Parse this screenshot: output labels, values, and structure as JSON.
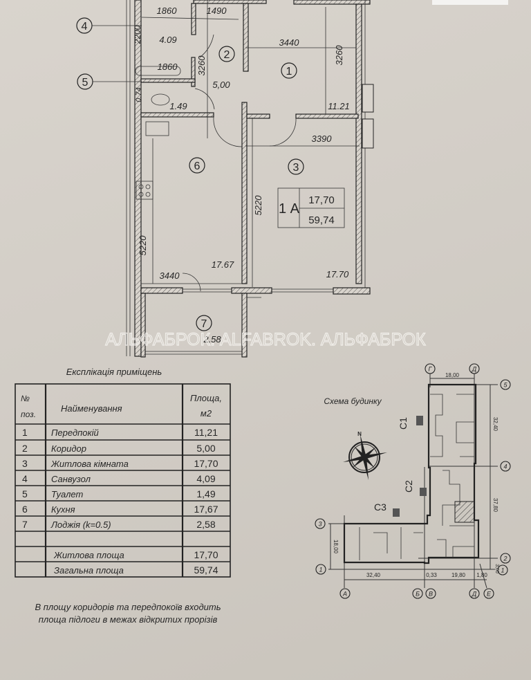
{
  "plan": {
    "dims": {
      "bath_width_top": "1860",
      "corridor_width_top": "1490",
      "bath_height": "2200",
      "bath_tub": "1860",
      "corridor_height": "3260",
      "hall_width": "3440",
      "hall_height": "3260",
      "toilet_width": "0.74",
      "living_width": "3390",
      "living_height": "5220",
      "kitchen_height": "5220",
      "kitchen_width": "3440"
    },
    "areas": {
      "bath": "4.09",
      "corridor": "5,00",
      "toilet": "1.49",
      "hall": "11.21",
      "kitchen": "17.67",
      "living": "17.70",
      "loggia": "2.58"
    },
    "markers": {
      "m1": "1",
      "m2": "2",
      "m3": "3",
      "m4": "4",
      "m5": "5",
      "m6": "6",
      "m7": "7"
    },
    "apartment": {
      "type": "1 А",
      "living_area": "17,70",
      "total_area": "59,74"
    },
    "watermark": "АЛЬФАБРОК. ALFABROK. АЛЬФАБРОК"
  },
  "explication": {
    "title": "Експлікація приміщень",
    "headers": {
      "num_line1": "№",
      "num_line2": "поз.",
      "name": "Найменування",
      "area_line1": "Площа,",
      "area_line2": "м2"
    },
    "rows": [
      {
        "num": "1",
        "name": "Передпокій",
        "area": "11,21"
      },
      {
        "num": "2",
        "name": "Коридор",
        "area": "5,00"
      },
      {
        "num": "3",
        "name": "Житлова кімната",
        "area": "17,70"
      },
      {
        "num": "4",
        "name": "Санвузол",
        "area": "4,09"
      },
      {
        "num": "5",
        "name": "Туалет",
        "area": "1,49"
      },
      {
        "num": "6",
        "name": "Кухня",
        "area": "17,67"
      },
      {
        "num": "7",
        "name": "Лоджія (k=0.5)",
        "area": "2,58"
      }
    ],
    "summary": [
      {
        "name": "Житлова площа",
        "area": "17,70"
      },
      {
        "name": "Загальна площа",
        "area": "59,74"
      }
    ],
    "note_line1": "В площу коридорів та передпокоїв входить",
    "note_line2": "площа підлоги в межах відкритих прорізів"
  },
  "scheme": {
    "title": "Схема будинку",
    "sections": {
      "c1": "С1",
      "c2": "С2",
      "c3": "С3"
    },
    "axes": {
      "g": "Г",
      "d_top": "Д",
      "a5": "5",
      "a4": "4",
      "a3": "3",
      "a2": "2",
      "a1_left": "1",
      "a1_right": "1",
      "a": "А",
      "b": "Б",
      "v": "В",
      "d_bottom": "Д",
      "e": "Е"
    },
    "dims": {
      "top": "18,00",
      "right_upper": "32,40",
      "right_lower": "37,80",
      "left": "18,00",
      "bottom_a": "32,40",
      "bottom_b": "0,33",
      "bottom_c": "19,80",
      "bottom_d": "1,80",
      "bottom_e": "3,60"
    },
    "compass_label": "N"
  }
}
